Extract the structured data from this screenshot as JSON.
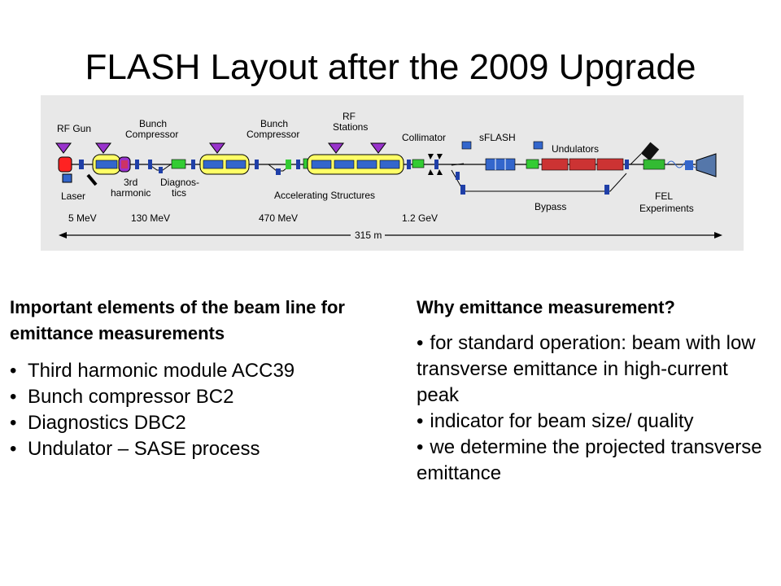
{
  "title": "FLASH Layout after the 2009 Upgrade",
  "diagram": {
    "labels": {
      "rf_gun": "RF Gun",
      "bunch_compressor_1_line1": "Bunch",
      "bunch_compressor_1_line2": "Compressor",
      "bunch_compressor_2_line1": "Bunch",
      "bunch_compressor_2_line2": "Compressor",
      "rf_stations_line1": "RF",
      "rf_stations_line2": "Stations",
      "collimator": "Collimator",
      "sflash": "sFLASH",
      "undulators": "Undulators",
      "laser": "Laser",
      "third_harmonic_line1": "3rd",
      "third_harmonic_line2": "harmonic",
      "diagnostics_line1": "Diagnos-",
      "diagnostics_line2": "tics",
      "accelerating_structures": "Accelerating Structures",
      "bypass": "Bypass",
      "fel": "FEL",
      "experiments": "Experiments",
      "energy_5": "5 MeV",
      "energy_130": "130 MeV",
      "energy_470": "470 MeV",
      "energy_1200": "1.2 GeV",
      "length": "315 m"
    },
    "colors": {
      "background": "#e8e8e8",
      "module_fill": "#ffff66",
      "cavity": "#3366cc",
      "rf_station": "#9933cc",
      "quad": "#1f3fa8",
      "diagnostics": "#33cc33",
      "gun": "#ff2222",
      "undulator": "#cc3333",
      "fel_undulator": "#33bb33"
    }
  },
  "left_column": {
    "heading": "Important elements of the beam line for emittance measurements",
    "bullets": [
      "Third harmonic module ACC39",
      "Bunch compressor BC2",
      "Diagnostics DBC2",
      "Undulator – SASE process"
    ]
  },
  "right_column": {
    "heading": "Why emittance measurement?",
    "bullets": [
      "for standard operation: beam with low transverse emittance in high-current peak",
      "indicator for beam size/ quality",
      "we determine the projected transverse emittance"
    ]
  },
  "bullet_glyph": "•"
}
